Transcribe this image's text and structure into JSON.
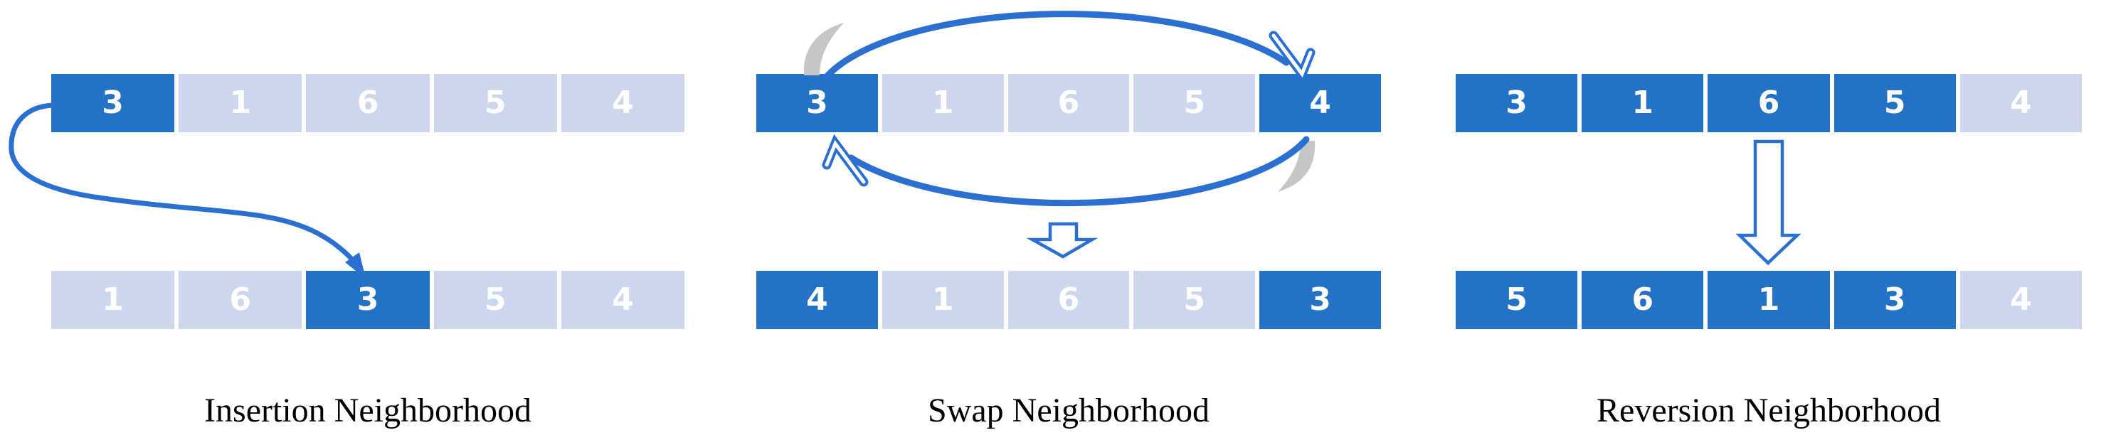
{
  "colors": {
    "cell_highlight": "#2372c5",
    "cell_muted": "#ccd6ed",
    "cell_text": "#ffffff",
    "arrow": "#2b70d0",
    "swap_accent_gray": "#c8c6c4",
    "label_text": "#000000"
  },
  "panels": [
    {
      "label": "Insertion Neighborhood",
      "arrow_icon": "curved-insertion-arrow",
      "top_row": {
        "cells": [
          {
            "value": "3",
            "highlighted": true
          },
          {
            "value": "1",
            "highlighted": false
          },
          {
            "value": "6",
            "highlighted": false
          },
          {
            "value": "5",
            "highlighted": false
          },
          {
            "value": "4",
            "highlighted": false
          }
        ]
      },
      "bottom_row": {
        "cells": [
          {
            "value": "1",
            "highlighted": false
          },
          {
            "value": "6",
            "highlighted": false
          },
          {
            "value": "3",
            "highlighted": true
          },
          {
            "value": "5",
            "highlighted": false
          },
          {
            "value": "4",
            "highlighted": false
          }
        ]
      }
    },
    {
      "label": "Swap Neighborhood",
      "arrow_icon": "swap-ellipse-arrows-and-hollow-down-arrow",
      "top_row": {
        "cells": [
          {
            "value": "3",
            "highlighted": true
          },
          {
            "value": "1",
            "highlighted": false
          },
          {
            "value": "6",
            "highlighted": false
          },
          {
            "value": "5",
            "highlighted": false
          },
          {
            "value": "4",
            "highlighted": true
          }
        ]
      },
      "bottom_row": {
        "cells": [
          {
            "value": "4",
            "highlighted": true
          },
          {
            "value": "1",
            "highlighted": false
          },
          {
            "value": "6",
            "highlighted": false
          },
          {
            "value": "5",
            "highlighted": false
          },
          {
            "value": "3",
            "highlighted": true
          }
        ]
      }
    },
    {
      "label": "Reversion Neighborhood",
      "arrow_icon": "hollow-down-arrow",
      "top_row": {
        "cells": [
          {
            "value": "3",
            "highlighted": true
          },
          {
            "value": "1",
            "highlighted": true
          },
          {
            "value": "6",
            "highlighted": true
          },
          {
            "value": "5",
            "highlighted": true
          },
          {
            "value": "4",
            "highlighted": false
          }
        ]
      },
      "bottom_row": {
        "cells": [
          {
            "value": "5",
            "highlighted": true
          },
          {
            "value": "6",
            "highlighted": true
          },
          {
            "value": "1",
            "highlighted": true
          },
          {
            "value": "3",
            "highlighted": true
          },
          {
            "value": "4",
            "highlighted": false
          }
        ]
      }
    }
  ]
}
